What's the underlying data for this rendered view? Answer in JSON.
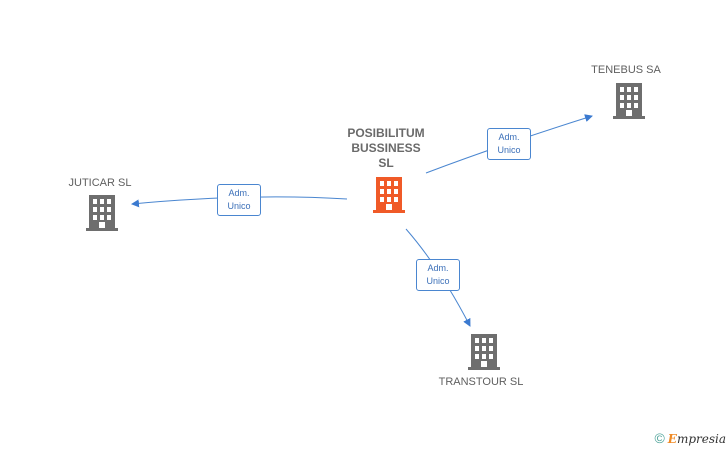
{
  "center": {
    "lines": [
      "POSIBILITUM",
      "BUSSINESS",
      "SL"
    ],
    "icon": "building-icon",
    "color": "#f05a28"
  },
  "nodes": [
    {
      "name": "TENEBUS SA",
      "icon": "building-icon"
    },
    {
      "name": "JUTICAR SL",
      "icon": "building-icon"
    },
    {
      "name": "TRANSTOUR SL",
      "icon": "building-icon"
    }
  ],
  "edges": [
    {
      "line1": "Adm.",
      "line2": "Unico"
    },
    {
      "line1": "Adm.",
      "line2": "Unico"
    },
    {
      "line1": "Adm.",
      "line2": "Unico"
    }
  ],
  "colors": {
    "node": "#6e6e6e",
    "edge": "#4a86d0"
  },
  "footer": {
    "copyright": "©",
    "brand_initial": "E",
    "brand_rest": "mpresia"
  }
}
